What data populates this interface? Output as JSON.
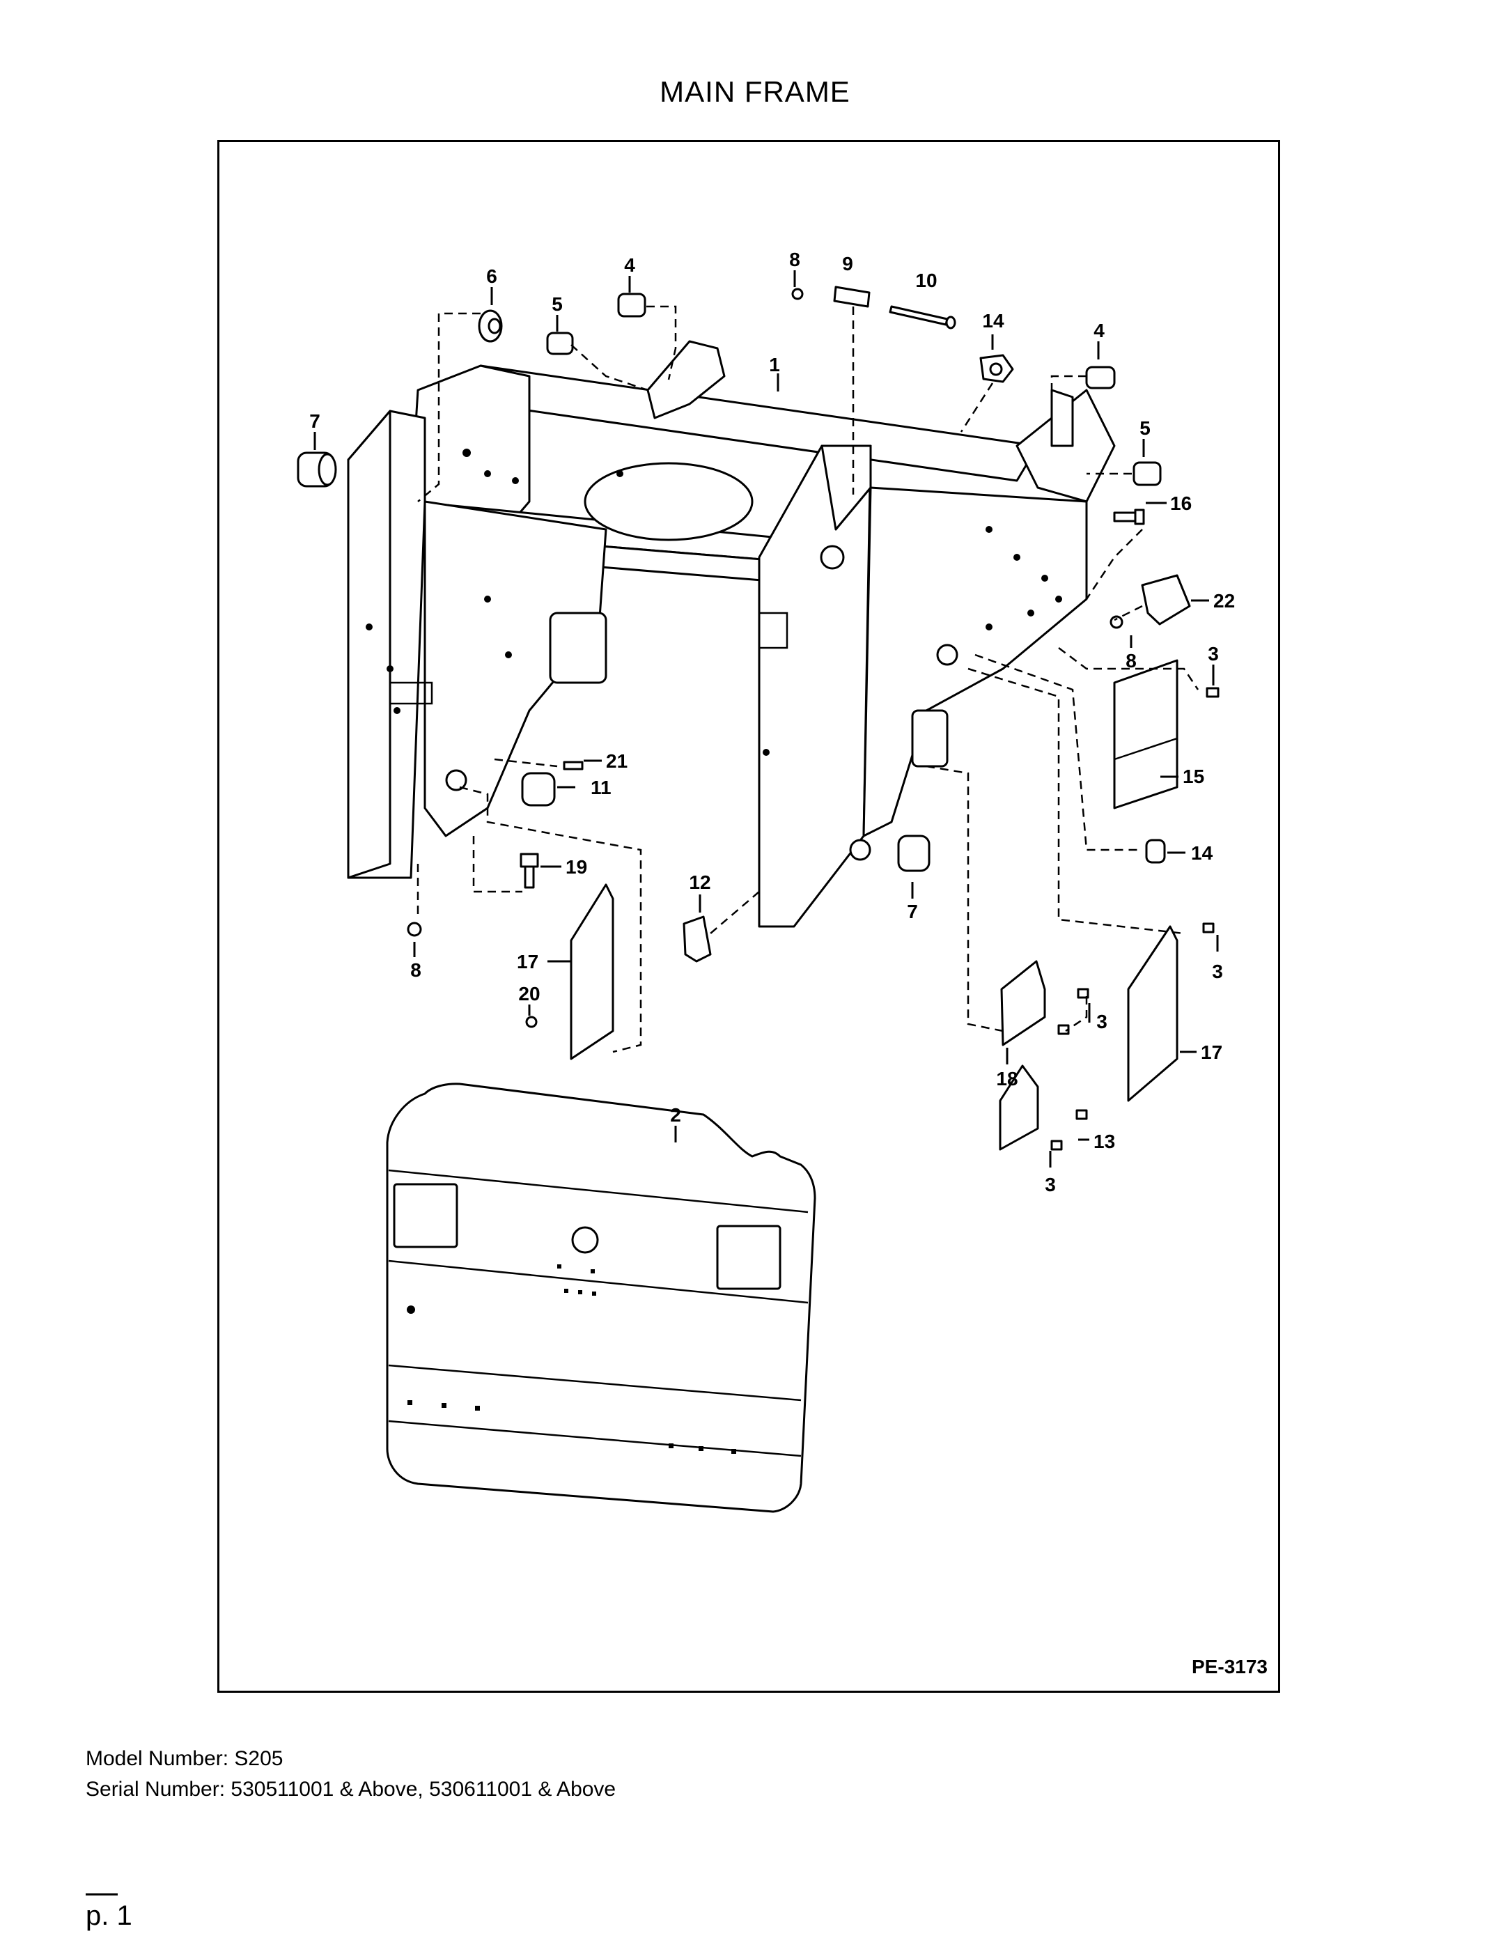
{
  "title": "MAIN FRAME",
  "drawing_ref": "PE-3173",
  "model_line": "Model Number: S205",
  "serial_line": "Serial Number: 530511001 & Above, 530611001 & Above",
  "page_label": "p. 1",
  "callouts": [
    {
      "id": "c1",
      "label": "1"
    },
    {
      "id": "c2",
      "label": "2"
    },
    {
      "id": "c3a",
      "label": "3"
    },
    {
      "id": "c3b",
      "label": "3"
    },
    {
      "id": "c3c",
      "label": "3"
    },
    {
      "id": "c3d",
      "label": "3"
    },
    {
      "id": "c4a",
      "label": "4"
    },
    {
      "id": "c4b",
      "label": "4"
    },
    {
      "id": "c5a",
      "label": "5"
    },
    {
      "id": "c5b",
      "label": "5"
    },
    {
      "id": "c6",
      "label": "6"
    },
    {
      "id": "c7a",
      "label": "7"
    },
    {
      "id": "c7b",
      "label": "7"
    },
    {
      "id": "c8a",
      "label": "8"
    },
    {
      "id": "c8b",
      "label": "8"
    },
    {
      "id": "c8c",
      "label": "8"
    },
    {
      "id": "c9",
      "label": "9"
    },
    {
      "id": "c10",
      "label": "10"
    },
    {
      "id": "c11",
      "label": "11"
    },
    {
      "id": "c12",
      "label": "12"
    },
    {
      "id": "c13",
      "label": "13"
    },
    {
      "id": "c14a",
      "label": "14"
    },
    {
      "id": "c14b",
      "label": "14"
    },
    {
      "id": "c15",
      "label": "15"
    },
    {
      "id": "c16",
      "label": "16"
    },
    {
      "id": "c17a",
      "label": "17"
    },
    {
      "id": "c17b",
      "label": "17"
    },
    {
      "id": "c18",
      "label": "18"
    },
    {
      "id": "c19",
      "label": "19"
    },
    {
      "id": "c20",
      "label": "20"
    },
    {
      "id": "c21",
      "label": "21"
    },
    {
      "id": "c22",
      "label": "22"
    }
  ]
}
